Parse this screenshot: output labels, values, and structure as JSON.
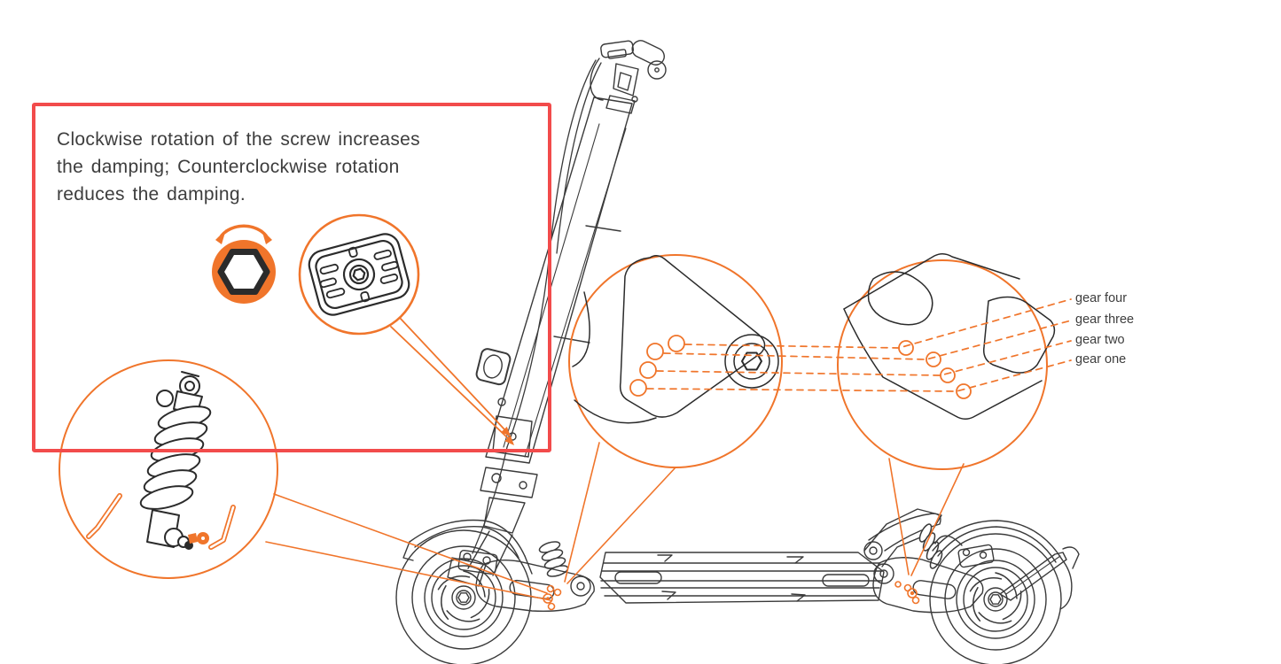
{
  "instruction_box": {
    "lines": [
      "Clockwise rotation of the screw increases",
      "the damping; Counterclockwise rotation",
      "reduces the damping."
    ]
  },
  "gear_labels": [
    "gear four",
    "gear three",
    "gear two",
    "gear one"
  ],
  "icons": {
    "rotation_arrow": "bidirectional-rotation-arrow",
    "hex_socket": "hex-socket-adjustment-screw",
    "damping_screw_detail": "damping-adjustment-screw-magnified",
    "shock_absorber": "shock-absorber-with-allen-key-magnified",
    "front_gear_holes": "front-suspension-gear-holes-magnified",
    "rear_gear_holes": "rear-suspension-gear-holes-magnified"
  },
  "colors": {
    "accent_orange": "#F0752B",
    "highlight_red": "#F24B4B",
    "line_art": "#3A3A3A",
    "text": "#3D3D3D"
  }
}
